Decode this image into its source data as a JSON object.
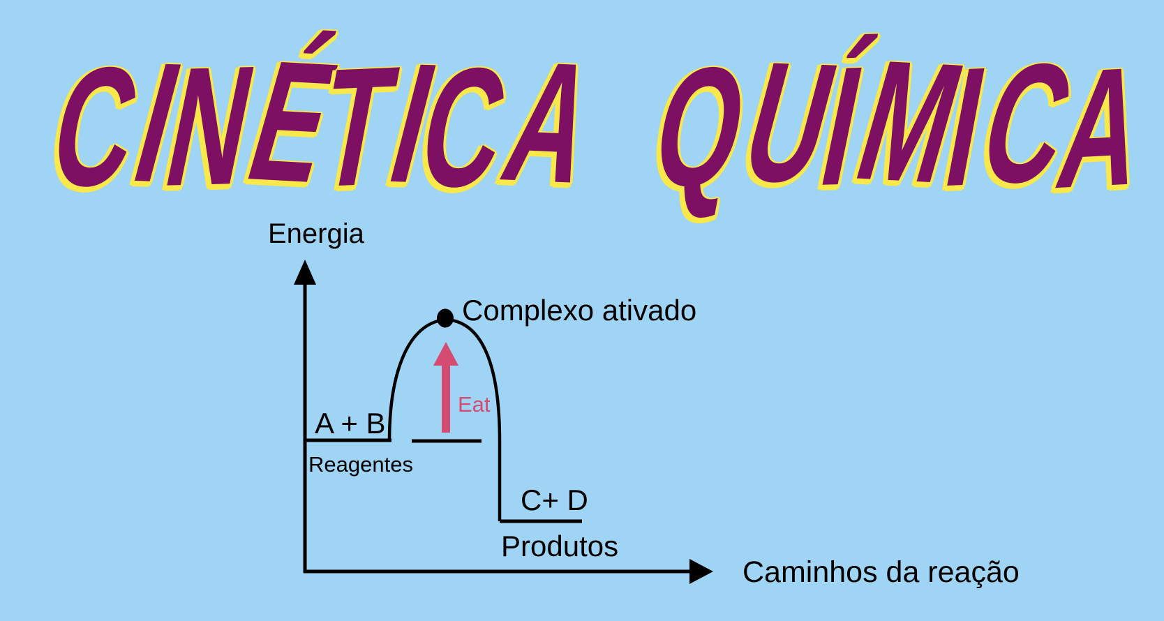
{
  "background_color": "#A0D4F4",
  "title": {
    "word1": "CINÉTICA",
    "word2": "QUÍMICA",
    "fill_color": "#7E1064",
    "outline_color": "#F8E84A"
  },
  "diagram": {
    "energy_axis_label": "Energia",
    "reaction_axis_label": "Caminhos da reação",
    "reactants_formula": "A + B",
    "reactants_label": "Reagentes",
    "activated_complex_label": "Complexo ativado",
    "activation_energy_label": "Eat",
    "products_formula": "C+ D",
    "products_label": "Produtos",
    "line_color": "#000000",
    "activation_arrow_color": "#D54C72"
  }
}
